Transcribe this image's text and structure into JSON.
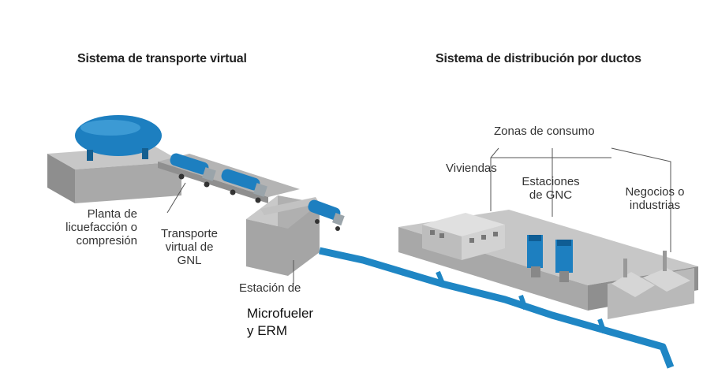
{
  "headers": {
    "virtual": "Sistema de transporte virtual",
    "ducts": "Sistema de distribución por ductos"
  },
  "labels": {
    "plant": [
      "Planta de",
      "licuefacción o",
      "compresión"
    ],
    "transport": [
      "Transporte",
      "virtual de",
      "GNL"
    ],
    "station": [
      "Estación de"
    ],
    "station_extra": [
      "Microfueler",
      "y ERM"
    ],
    "consumption": "Zonas de consumo",
    "housing": "Viviendas",
    "gnc": [
      "Estaciones",
      "de GNC"
    ],
    "business": [
      "Negocios o",
      "industrias"
    ]
  },
  "colors": {
    "pipe": "#1f86c4",
    "tank": "#1d7fc0",
    "slab_top": "#c9c9c9",
    "slab_front": "#a5a5a5",
    "slab_side": "#8f8f8f"
  }
}
